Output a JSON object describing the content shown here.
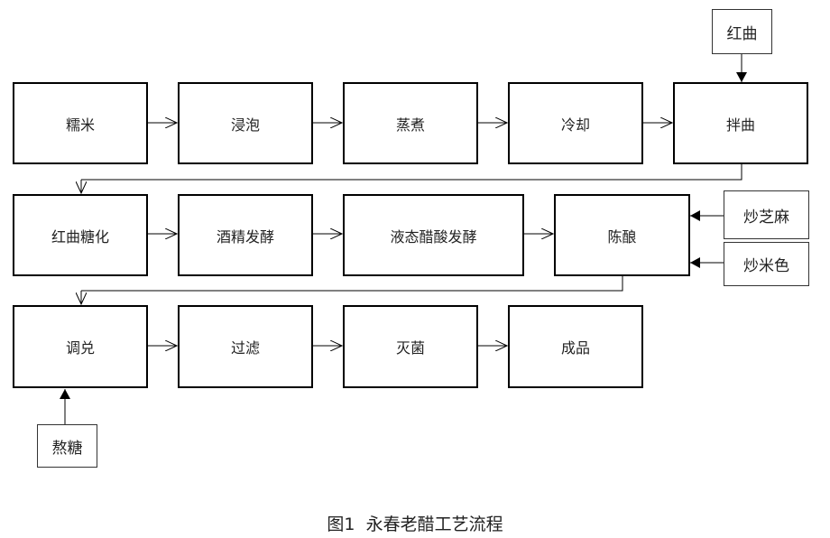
{
  "steps": {
    "row1": [
      "糯米",
      "浸泡",
      "蒸煮",
      "冷却",
      "拌曲"
    ],
    "row2": [
      "红曲糖化",
      "酒精发酵",
      "液态醋酸发酵",
      "陈酿"
    ],
    "row3": [
      "调兑",
      "过滤",
      "灭菌",
      "成品"
    ]
  },
  "inputs": {
    "hongqu": "红曲",
    "sesame": "炒芝麻",
    "ricecolor": "炒米色",
    "sugar": "熬糖"
  },
  "caption": "图1  永春老醋工艺流程"
}
